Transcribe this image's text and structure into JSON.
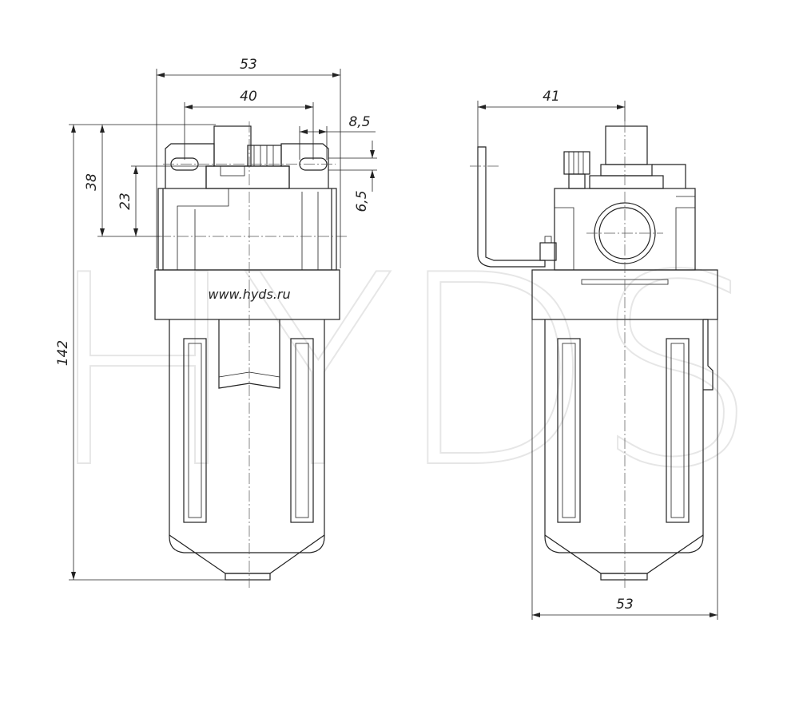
{
  "watermark": {
    "text": "HYDS",
    "color": "#e6e6e6"
  },
  "website_label": "www.hyds.ru",
  "dimensions": {
    "front_total_width": "53",
    "front_slot_spacing": "40",
    "front_slot_width": "8,5",
    "front_height_mount": "38",
    "front_height_port": "23",
    "front_slot_height": "6,5",
    "front_total_height": "142",
    "side_mount_offset": "41",
    "side_total_width": "53"
  },
  "colors": {
    "line": "#222222",
    "background": "#ffffff"
  }
}
